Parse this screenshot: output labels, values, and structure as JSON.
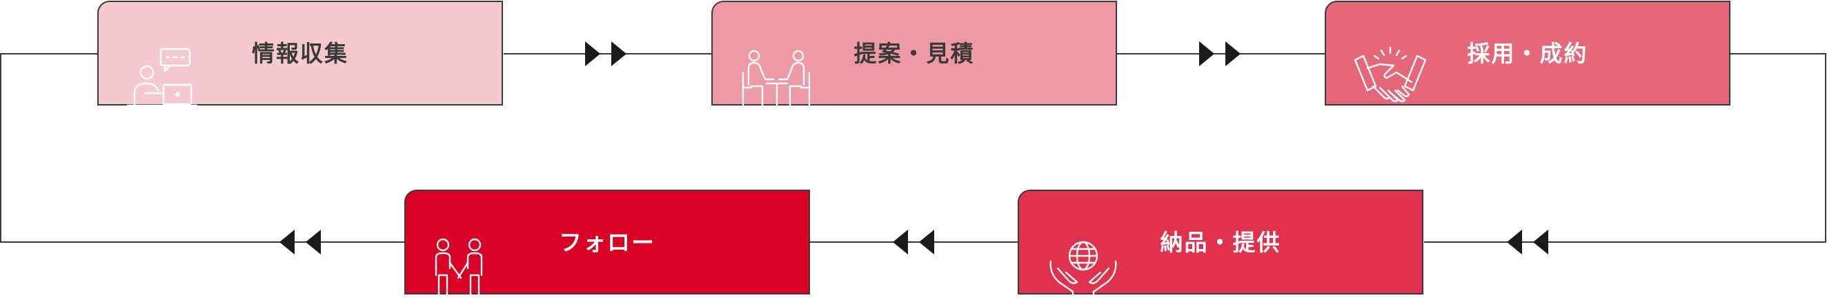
{
  "steps": [
    {
      "label": "情報収集",
      "icon": "person-laptop-chat-icon",
      "fill": "#f5c9d0",
      "text_color": "#3a3a3a",
      "icon_color": "#ffffff"
    },
    {
      "label": "提案・見積",
      "icon": "meeting-at-table-icon",
      "fill": "#ee99a6",
      "text_color": "#3a3a3a",
      "icon_color": "#ffffff"
    },
    {
      "label": "採用・成約",
      "icon": "handshake-icon",
      "fill": "#e6667a",
      "text_color": "#ffffff",
      "icon_color": "#ffffff"
    },
    {
      "label": "納品・提供",
      "icon": "globe-in-hands-icon",
      "fill": "#e0324e",
      "text_color": "#ffffff",
      "icon_color": "#ffffff"
    },
    {
      "label": "フォロー",
      "icon": "two-people-holding-hands-icon",
      "fill": "#d80024",
      "text_color": "#ffffff",
      "icon_color": "#ffffff"
    }
  ],
  "colors": {
    "line": "#3a3a3a",
    "arrow": "#1a1a1a",
    "border": "#3a3a3a"
  }
}
